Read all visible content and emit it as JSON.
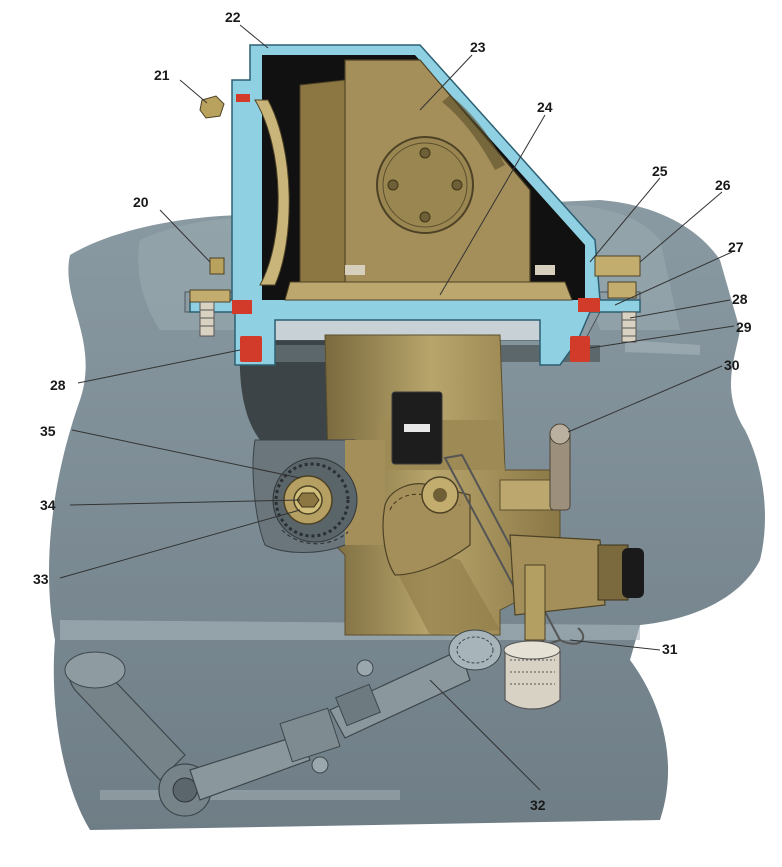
{
  "figure": {
    "labels": [
      "20",
      "21",
      "22",
      "23",
      "24",
      "25",
      "26",
      "27",
      "28",
      "29",
      "28",
      "30",
      "31",
      "32",
      "33",
      "34",
      "35"
    ]
  },
  "colors": {
    "housing_blue": "#8fd0e3",
    "body_bronze": "#a48f5a",
    "bronze_light": "#bca86e",
    "bronze_dark": "#6f5f36",
    "background_slate": "#7d8c94",
    "slate_light": "#a7b4ba",
    "gasket_red": "#d23a2a",
    "interior_black": "#111111"
  }
}
